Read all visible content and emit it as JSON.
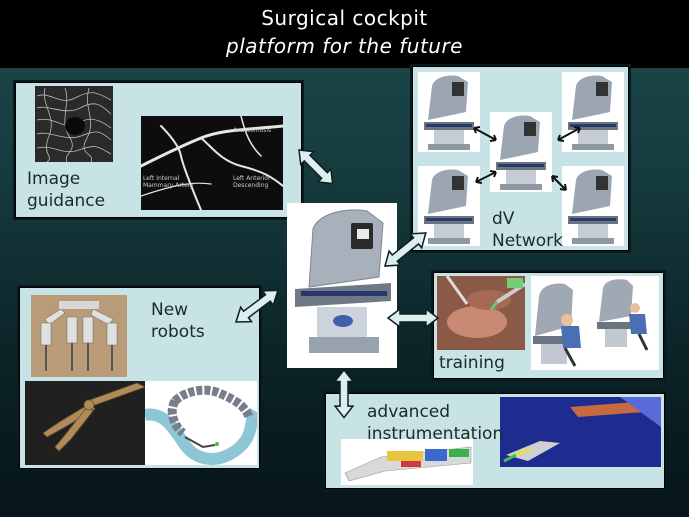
{
  "title": {
    "line1": "Surgical cockpit",
    "line2": "platform for the future"
  },
  "panels": {
    "image_guidance": {
      "label_line1": "Image",
      "label_line2": "guidance",
      "angiogram_labels": [
        "Anastomosis",
        "Left Internal",
        "Mammary Artery",
        "Left Anterior",
        "Descending"
      ]
    },
    "network": {
      "label_line1": "dV",
      "label_line2": "Network"
    },
    "robots": {
      "label_line1": "New",
      "label_line2": "robots"
    },
    "training": {
      "label": "training"
    },
    "instrumentation": {
      "label_line1": "advanced",
      "label_line2": "instrumentation"
    }
  },
  "colors": {
    "panel_bg": "#c7e3e6",
    "title_bg": "#000000",
    "arrow_fill": "#ddeeee"
  }
}
